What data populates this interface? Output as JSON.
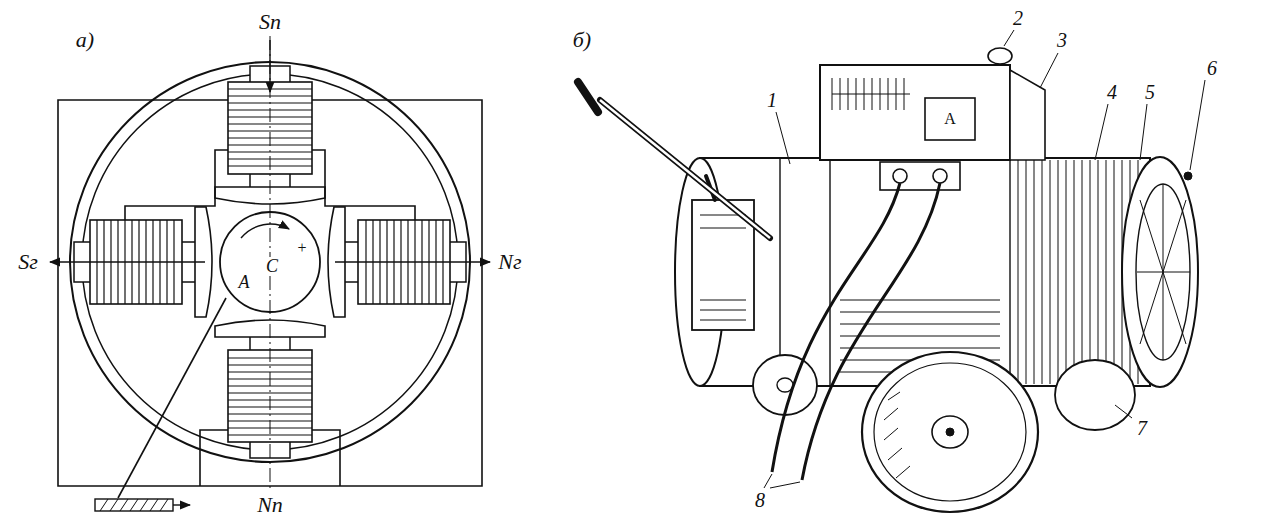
{
  "diagram": {
    "labels": [
      "а)",
      "Sп",
      "Sг",
      "Nг",
      "A",
      "+",
      "C",
      "Nп",
      "б)",
      "1",
      "2",
      "3",
      "A",
      "4",
      "5",
      "6",
      "7",
      "8"
    ]
  }
}
